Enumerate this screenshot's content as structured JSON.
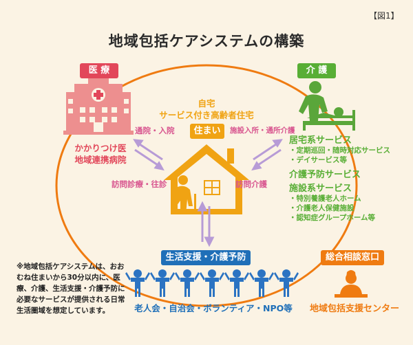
{
  "figure_label": "【図1】",
  "title": "地域包括ケアシステムの構築",
  "medical": {
    "badge": "医 療",
    "line1": "かかりつけ医",
    "line2": "地域連携病院"
  },
  "care": {
    "badge": "介 護",
    "home_services": "居宅系サービス",
    "home_items": [
      "・定期巡回・随時対応サービス",
      "・デイサービス等"
    ],
    "prevention_services": "介護予防サービス",
    "facility_services": "施設系サービス",
    "facility_items": [
      "・特別養護老人ホーム",
      "・介護老人保健施設",
      "・認知症グループホーム等"
    ]
  },
  "housing": {
    "caption_line1": "自宅",
    "caption_line2": "サービス付き高齢者住宅",
    "badge": "住まい"
  },
  "arrows": {
    "hospital_visit": "通院・入院",
    "home_visit_medical": "訪問診療・往診",
    "facility_enter": "施設入所・通所介護",
    "home_visit_care": "訪問介護"
  },
  "living_support": {
    "badge": "生活支援・介護予防",
    "groups": "老人会・自治会・ボランティア・NPO等"
  },
  "consultation": {
    "badge": "総合相談窓口",
    "center": "地域包括支援センター"
  },
  "note": "※地域包括ケアシステムは、おおむね住まいから30分以内に、医療、介護、生活支援・介護予防に必要なサービスが提供される日常生活圏域を想定しています。",
  "colors": {
    "background": "#fbf3e4",
    "circle": "#ef7b11",
    "medical": "#e2475a",
    "care": "#58ae35",
    "housing": "#f0a313",
    "support": "#1f6fb8",
    "arrow": "#b79bd6"
  }
}
